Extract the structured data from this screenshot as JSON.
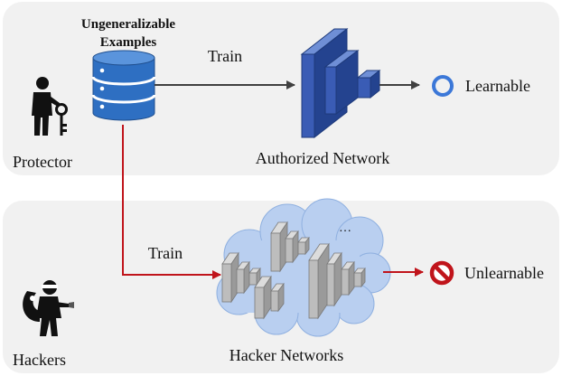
{
  "panels": {
    "top": {
      "fill": "#f1f1f1"
    },
    "bottom": {
      "fill": "#f1f1f1"
    }
  },
  "dataset": {
    "title_line1": "Ungeneralizable",
    "title_line2": "Examples",
    "icon": "database-icon",
    "color": "#2e6fc2"
  },
  "protector": {
    "label": "Protector",
    "icon": "businessman-with-key-icon"
  },
  "hackers": {
    "label": "Hackers",
    "icon": "thief-icon"
  },
  "authorized": {
    "train_label": "Train",
    "network_label": "Authorized Network",
    "result_label": "Learnable",
    "result_icon": "ring-icon",
    "arrow_color": "#404040",
    "network_color": "#2f4f9f"
  },
  "hacker_path": {
    "train_label": "Train",
    "network_label": "Hacker Networks",
    "ellipsis": "…",
    "result_label": "Unlearnable",
    "result_icon": "prohibited-icon",
    "arrow_color": "#c0141b",
    "cloud_color": "#b9cff0",
    "network_color": "#b9b9b9"
  }
}
